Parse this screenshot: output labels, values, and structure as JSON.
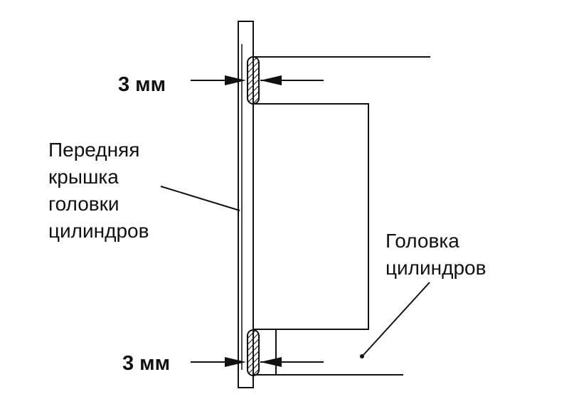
{
  "labels": {
    "top_gap": "3 мм",
    "bottom_gap": "3 мм",
    "front_cover": [
      "Передняя",
      "крышка",
      "головки",
      "цилиндров"
    ],
    "cylinder_head": [
      "Головка",
      "цилиндров"
    ]
  },
  "colors": {
    "ink": "#111111",
    "background": "#ffffff"
  }
}
